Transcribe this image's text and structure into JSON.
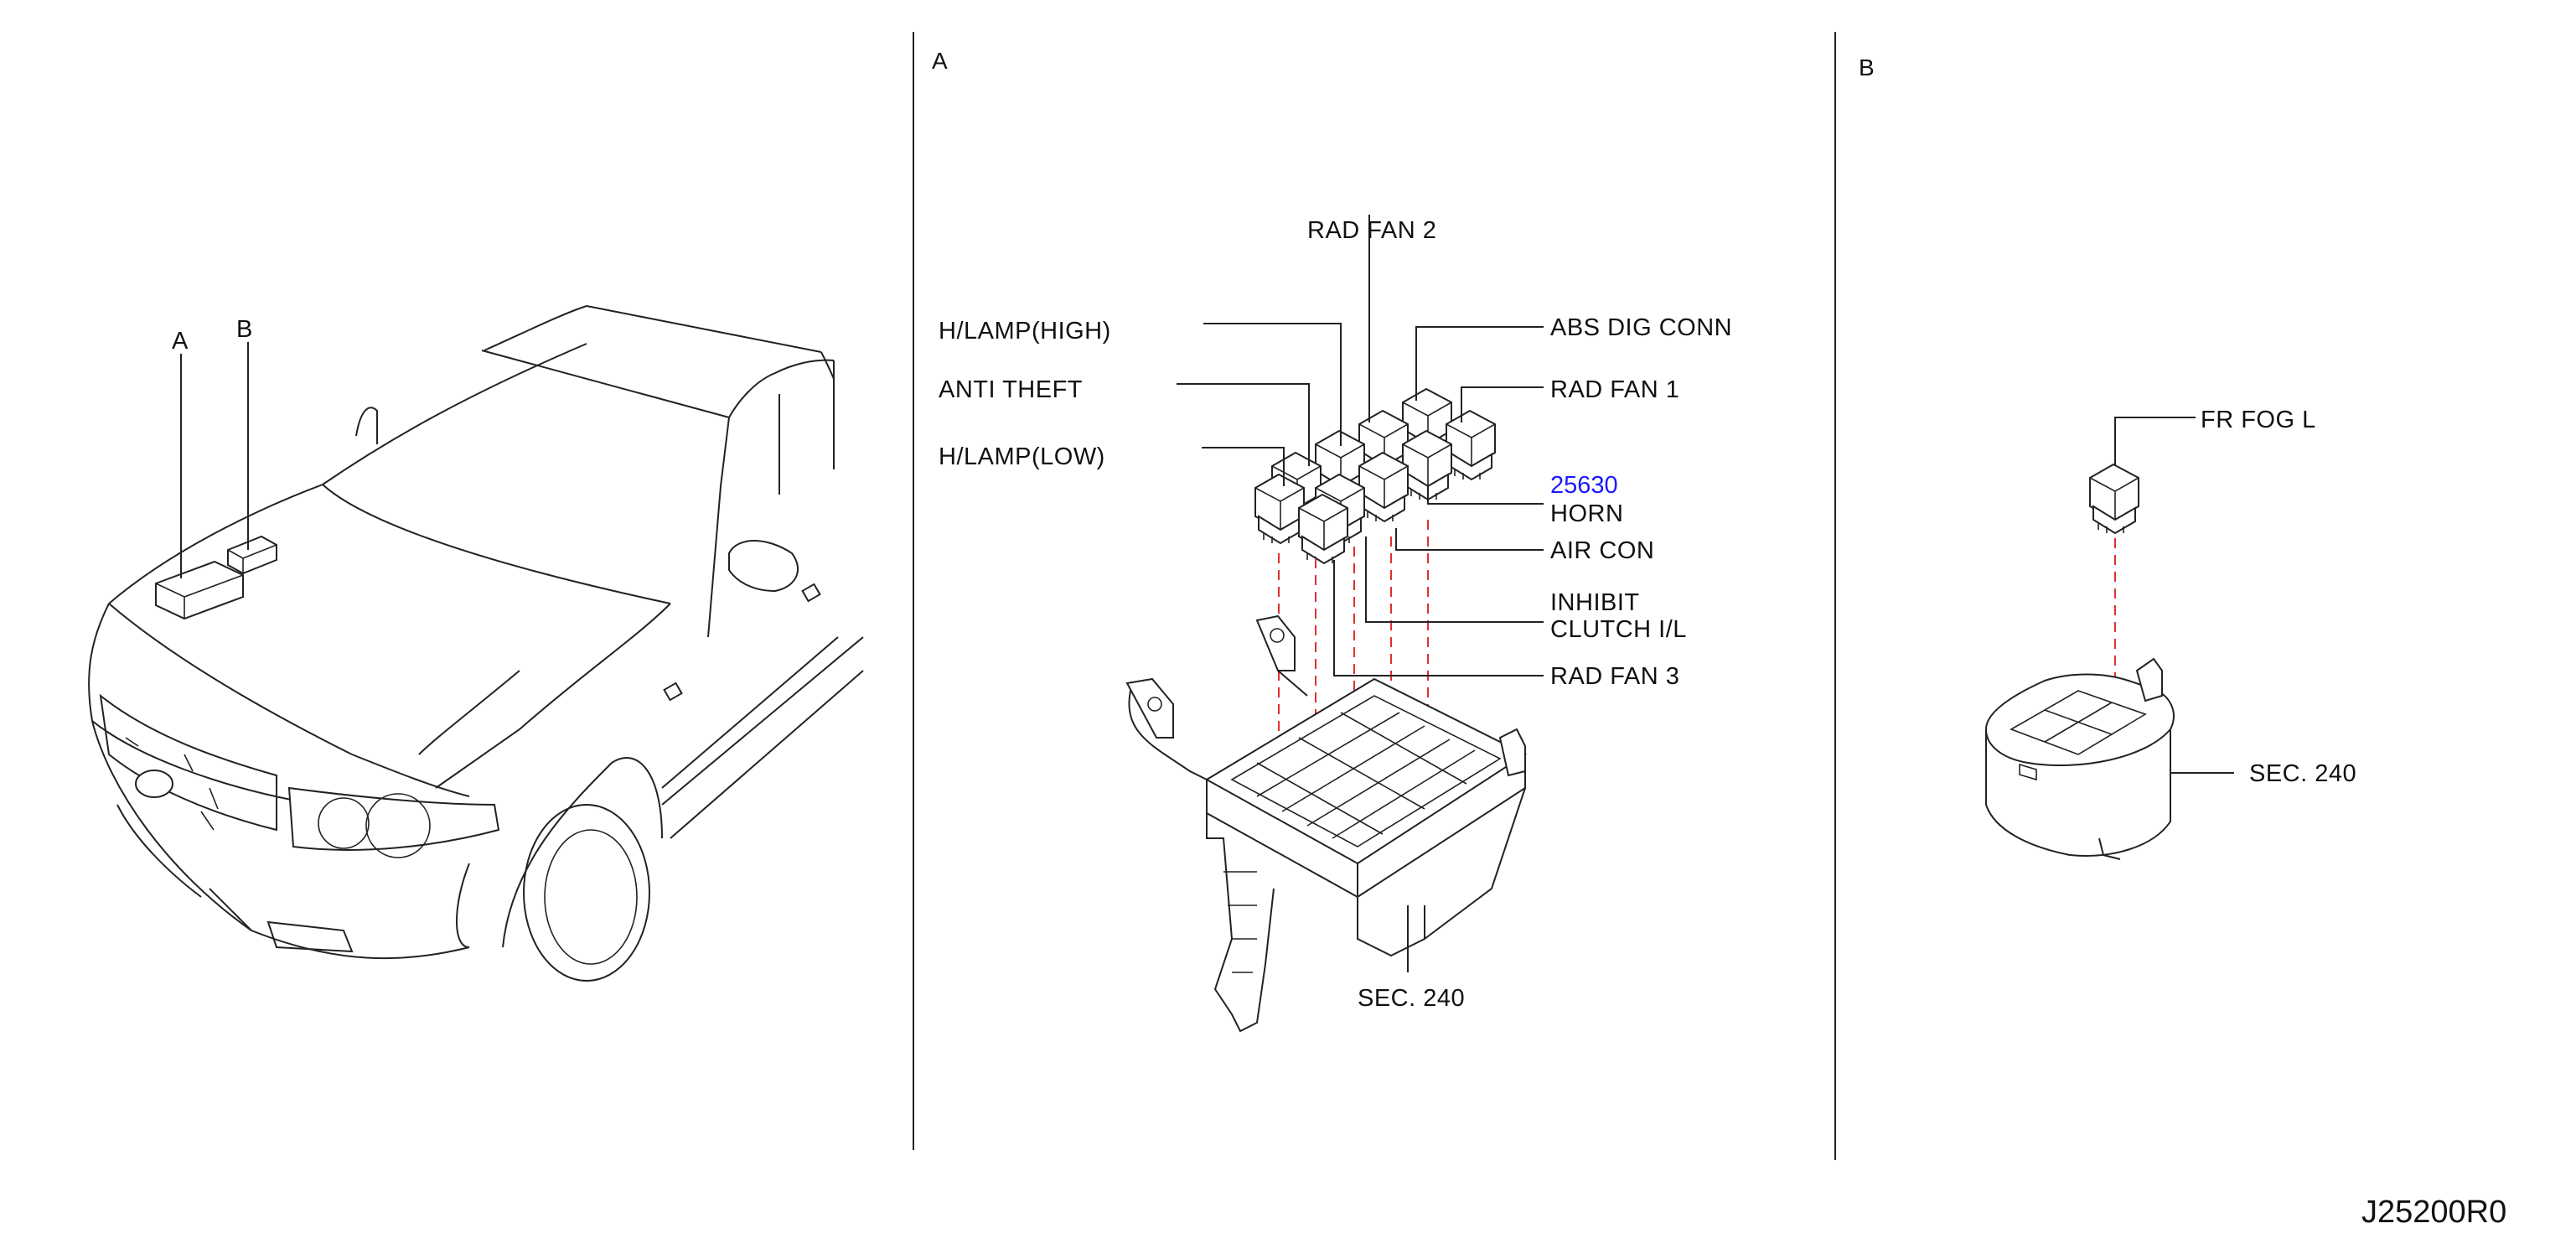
{
  "car_view": {
    "callouts": [
      {
        "key": "A",
        "text": "A"
      },
      {
        "key": "B",
        "text": "B"
      }
    ]
  },
  "section_a": {
    "title": "A",
    "labels": {
      "rad_fan_2": "RAD   FAN   2",
      "h_lamp_high": "H/LAMP(HIGH)",
      "anti_theft": "ANTI   THEFT",
      "h_lamp_low": "H/LAMP(LOW)",
      "abs_dig_conn": "ABS   DIG   CONN",
      "rad_fan_1": "RAD   FAN   1",
      "part_number": "25630",
      "horn": "HORN",
      "air_con": "AIR   CON",
      "inhibit": "INHIBIT",
      "clutch_il": "CLUTCH   I/L",
      "rad_fan_3": "RAD   FAN   3",
      "sec": "SEC.   240"
    }
  },
  "section_b": {
    "title": "B",
    "labels": {
      "fr_fog_l": "FR   FOG   L",
      "sec": "SEC.   240"
    }
  },
  "drawing_ref": "J25200R0"
}
